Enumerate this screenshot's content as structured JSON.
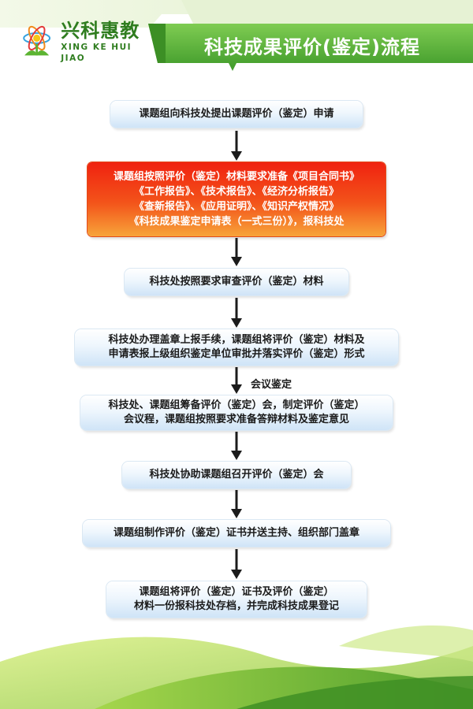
{
  "header": {
    "logo_cn": "兴科惠教",
    "logo_en": "XING KE HUI JIAO",
    "title": "科技成果评价(鉴定)流程"
  },
  "steps": [
    {
      "lines": [
        "课题组向科技处提出课题评价（鉴定）申请"
      ]
    },
    {
      "lines": [
        "课题组按照评价（鉴定）材料要求准备《项目合同书》",
        "《工作报告》、《技术报告》、《经济分析报告》",
        "《查新报告》、《应用证明》、《知识产权情况》",
        "《科技成果鉴定申请表（一式三份）》，报科技处"
      ]
    },
    {
      "lines": [
        "科技处按照要求审查评价（鉴定）材料"
      ]
    },
    {
      "lines": [
        "科技处办理盖章上报手续，课题组将评价（鉴定）材料及",
        "申请表报上级组织鉴定单位审批并落实评价（鉴定）形式"
      ]
    },
    {
      "lines": [
        "科技处、课题组筹备评价（鉴定）会，制定评价（鉴定）",
        "会议程，课题组按照要求准备答辩材料及鉴定意见"
      ]
    },
    {
      "lines": [
        "科技处协助课题组召开评价（鉴定）会"
      ]
    },
    {
      "lines": [
        "课题组制作评价（鉴定）证书并送主持、组织部门盖章"
      ]
    },
    {
      "lines": [
        "课题组将评价（鉴定）证书及评价（鉴定）",
        "材料一份报科技处存档，并完成科技成果登记"
      ]
    }
  ],
  "arrow_label": "会议鉴定",
  "colors": {
    "header_green": "#5db33a",
    "highlight_red": "#f0401a",
    "box_blue": "#cfe4f7"
  }
}
